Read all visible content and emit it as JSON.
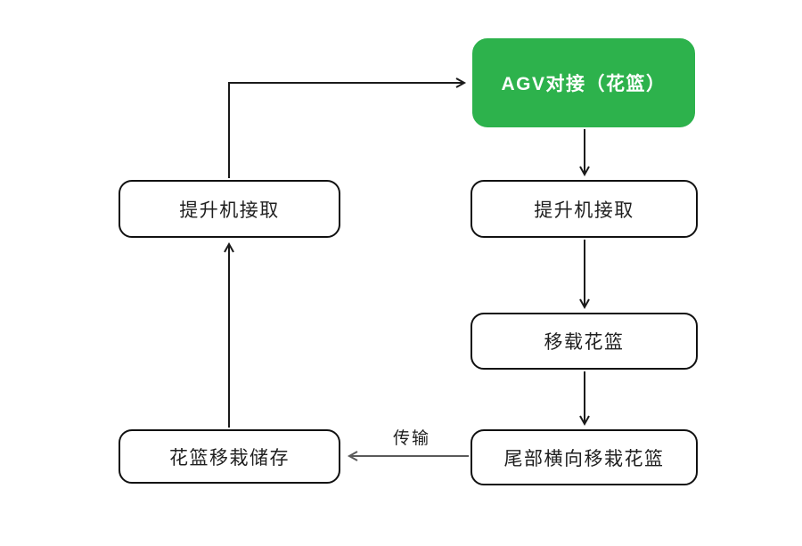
{
  "diagram": {
    "type": "flowchart",
    "colors": {
      "background": "#ffffff",
      "accent_green": "#2db24c",
      "accent_text": "#ffffff",
      "box_bg": "#ffffff",
      "box_border": "#111111",
      "text": "#1f1f1f",
      "arrow": "#1a1a1a",
      "transfer_arrow": "#5a5a5a"
    },
    "nodes": [
      {
        "id": "agv-dock",
        "label": "AGV对接（花篮）",
        "style": "accent"
      },
      {
        "id": "lifter-pick-right",
        "label": "提升机接取",
        "style": "normal"
      },
      {
        "id": "transfer-basket",
        "label": "移载花篮",
        "style": "normal"
      },
      {
        "id": "tail-transfer",
        "label": "尾部横向移栽花篮",
        "style": "normal"
      },
      {
        "id": "basket-storage",
        "label": "花篮移栽储存",
        "style": "normal"
      },
      {
        "id": "lifter-pick-left",
        "label": "提升机接取",
        "style": "normal"
      }
    ],
    "edges": [
      {
        "from": "agv-dock",
        "to": "lifter-pick-right",
        "label": ""
      },
      {
        "from": "lifter-pick-right",
        "to": "transfer-basket",
        "label": ""
      },
      {
        "from": "transfer-basket",
        "to": "tail-transfer",
        "label": ""
      },
      {
        "from": "tail-transfer",
        "to": "basket-storage",
        "label": "传输"
      },
      {
        "from": "basket-storage",
        "to": "lifter-pick-left",
        "label": ""
      },
      {
        "from": "lifter-pick-left",
        "to": "agv-dock",
        "label": ""
      }
    ],
    "edge_label": "传输"
  }
}
